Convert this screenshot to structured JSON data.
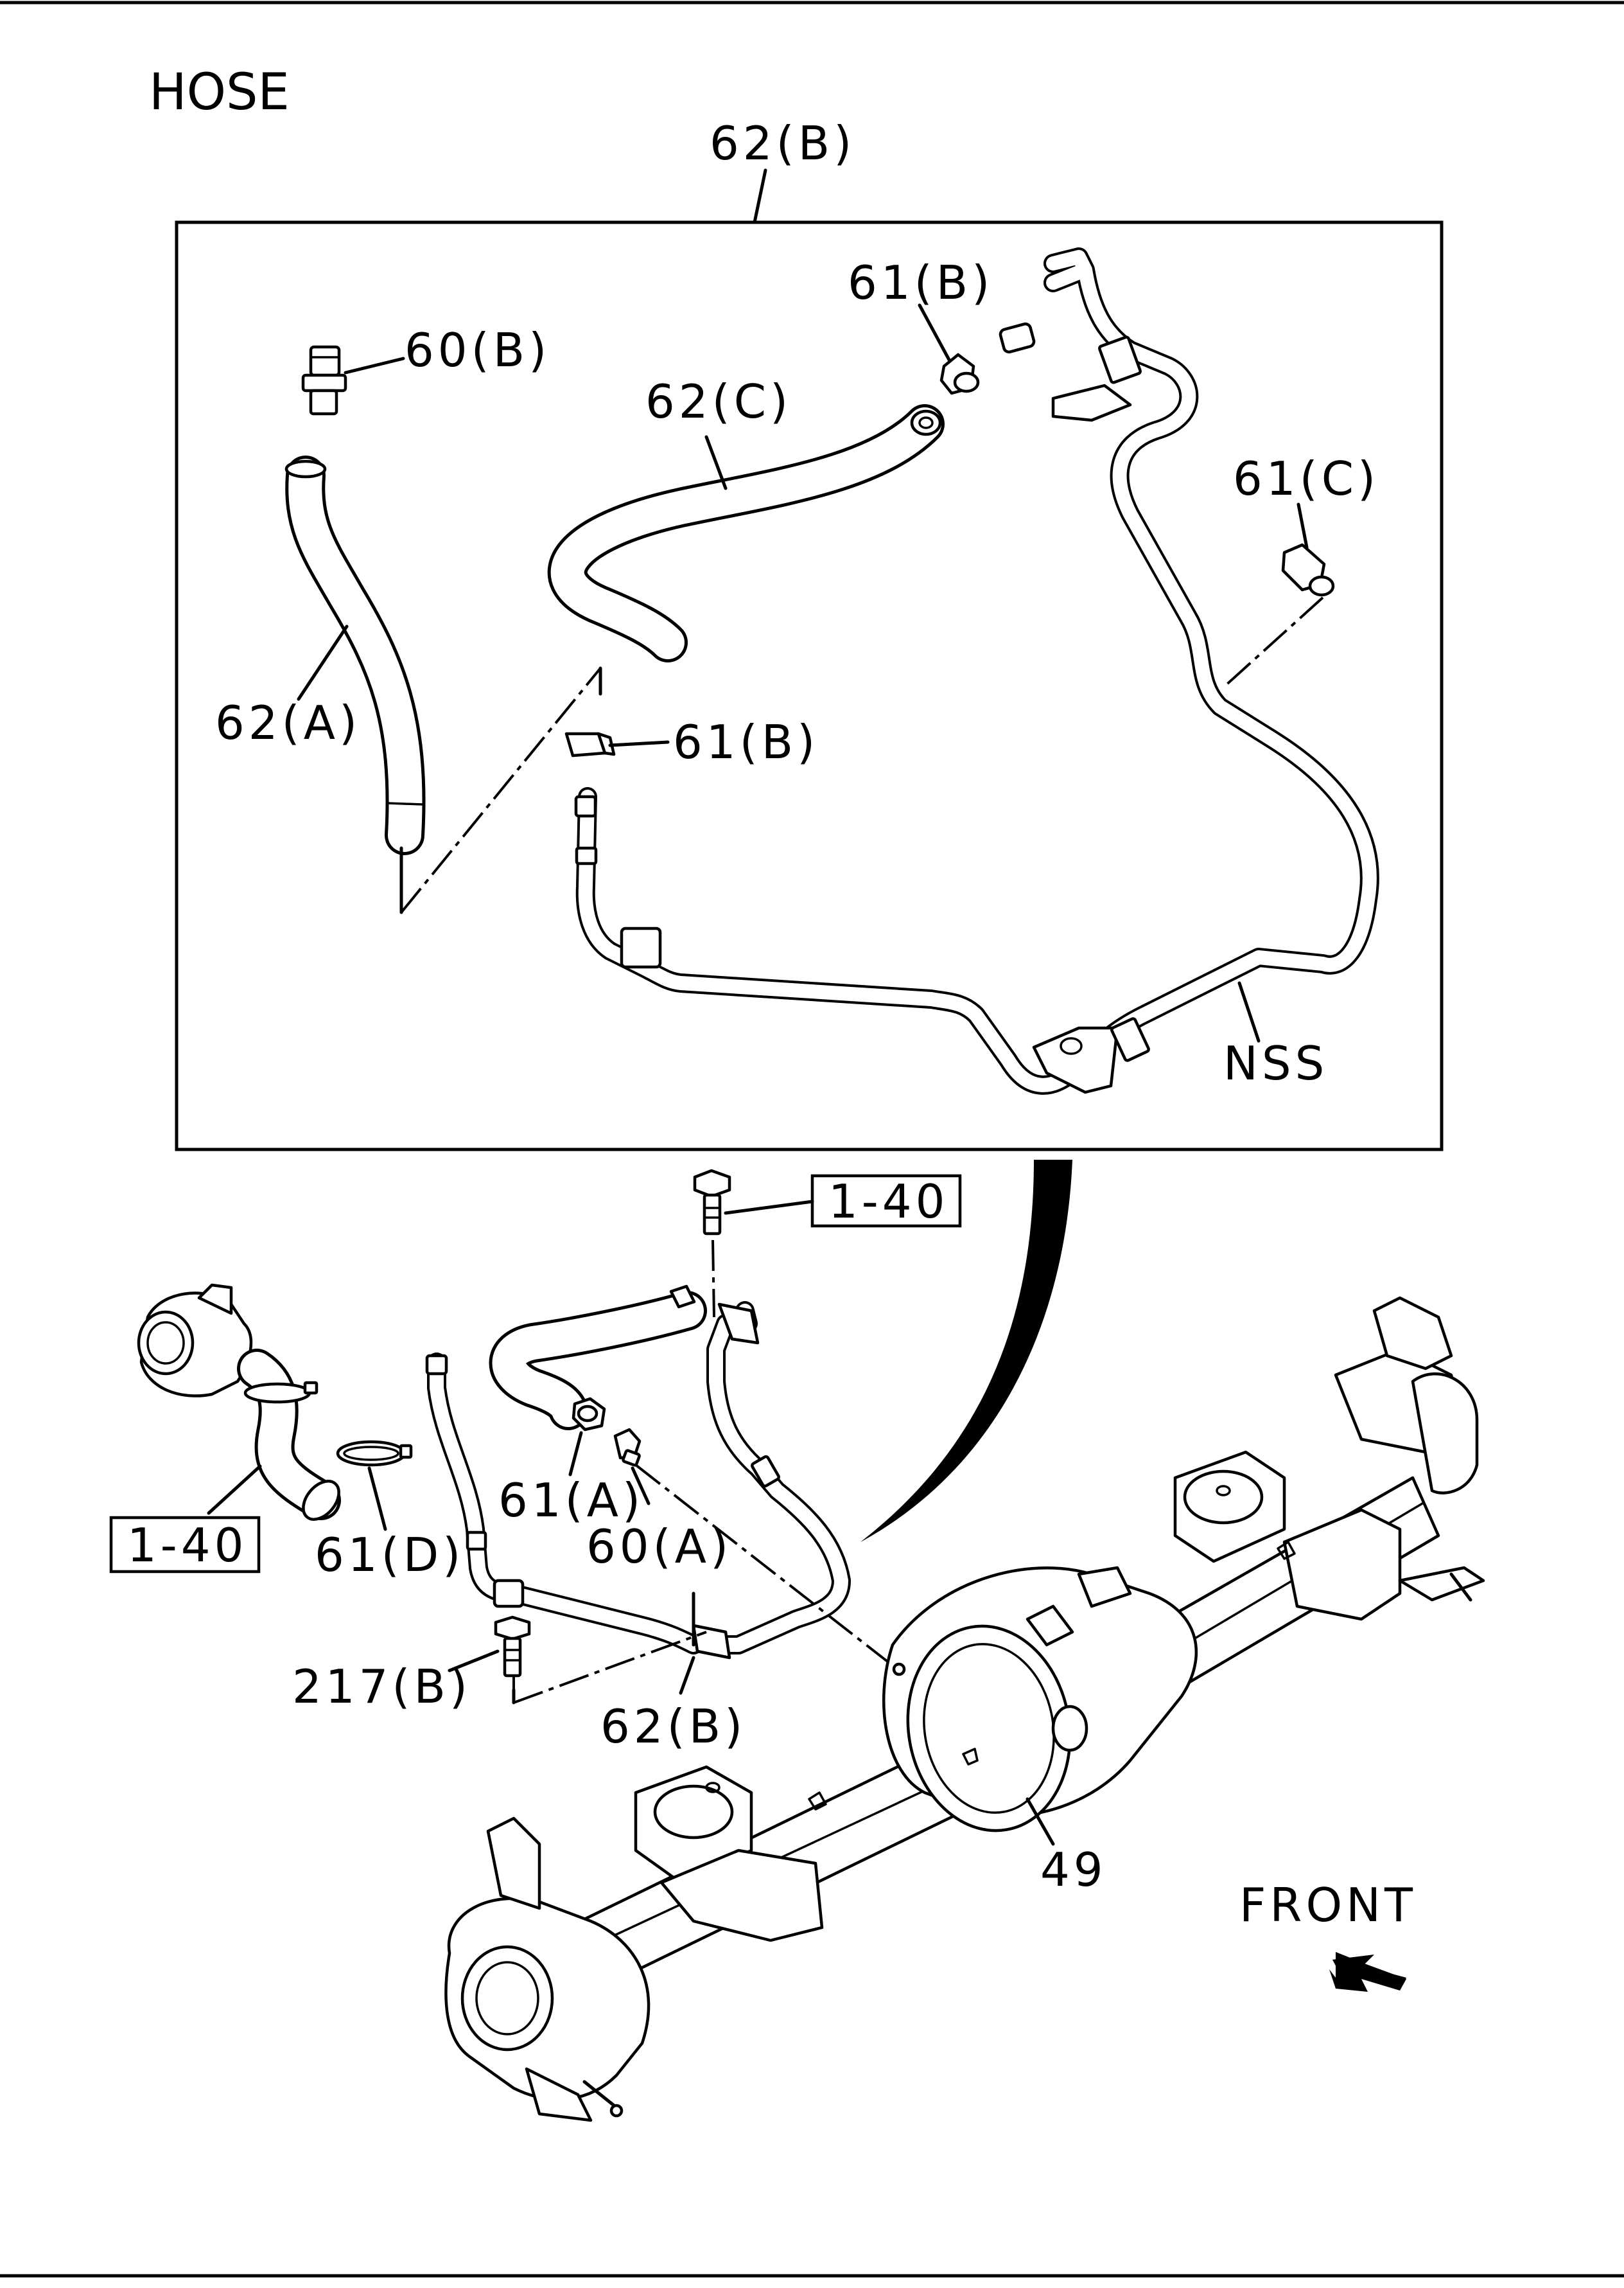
{
  "title": "HOSE",
  "detail_box": {
    "callout": "62(B)",
    "labels": {
      "l_60B": "60(B)",
      "l_62C": "62(C)",
      "l_61B_top": "61(B)",
      "l_61C": "61(C)",
      "l_62A": "62(A)",
      "l_61B_mid": "61(B)",
      "l_NSS": "NSS"
    }
  },
  "assembly": {
    "labels": {
      "l_140_top": "1-40",
      "l_140_left": "1-40",
      "l_61A": "61(A)",
      "l_60A": "60(A)",
      "l_61D": "61(D)",
      "l_217B": "217(B)",
      "l_62B": "62(B)",
      "l_49": "49",
      "l_front": "FRONT"
    }
  }
}
